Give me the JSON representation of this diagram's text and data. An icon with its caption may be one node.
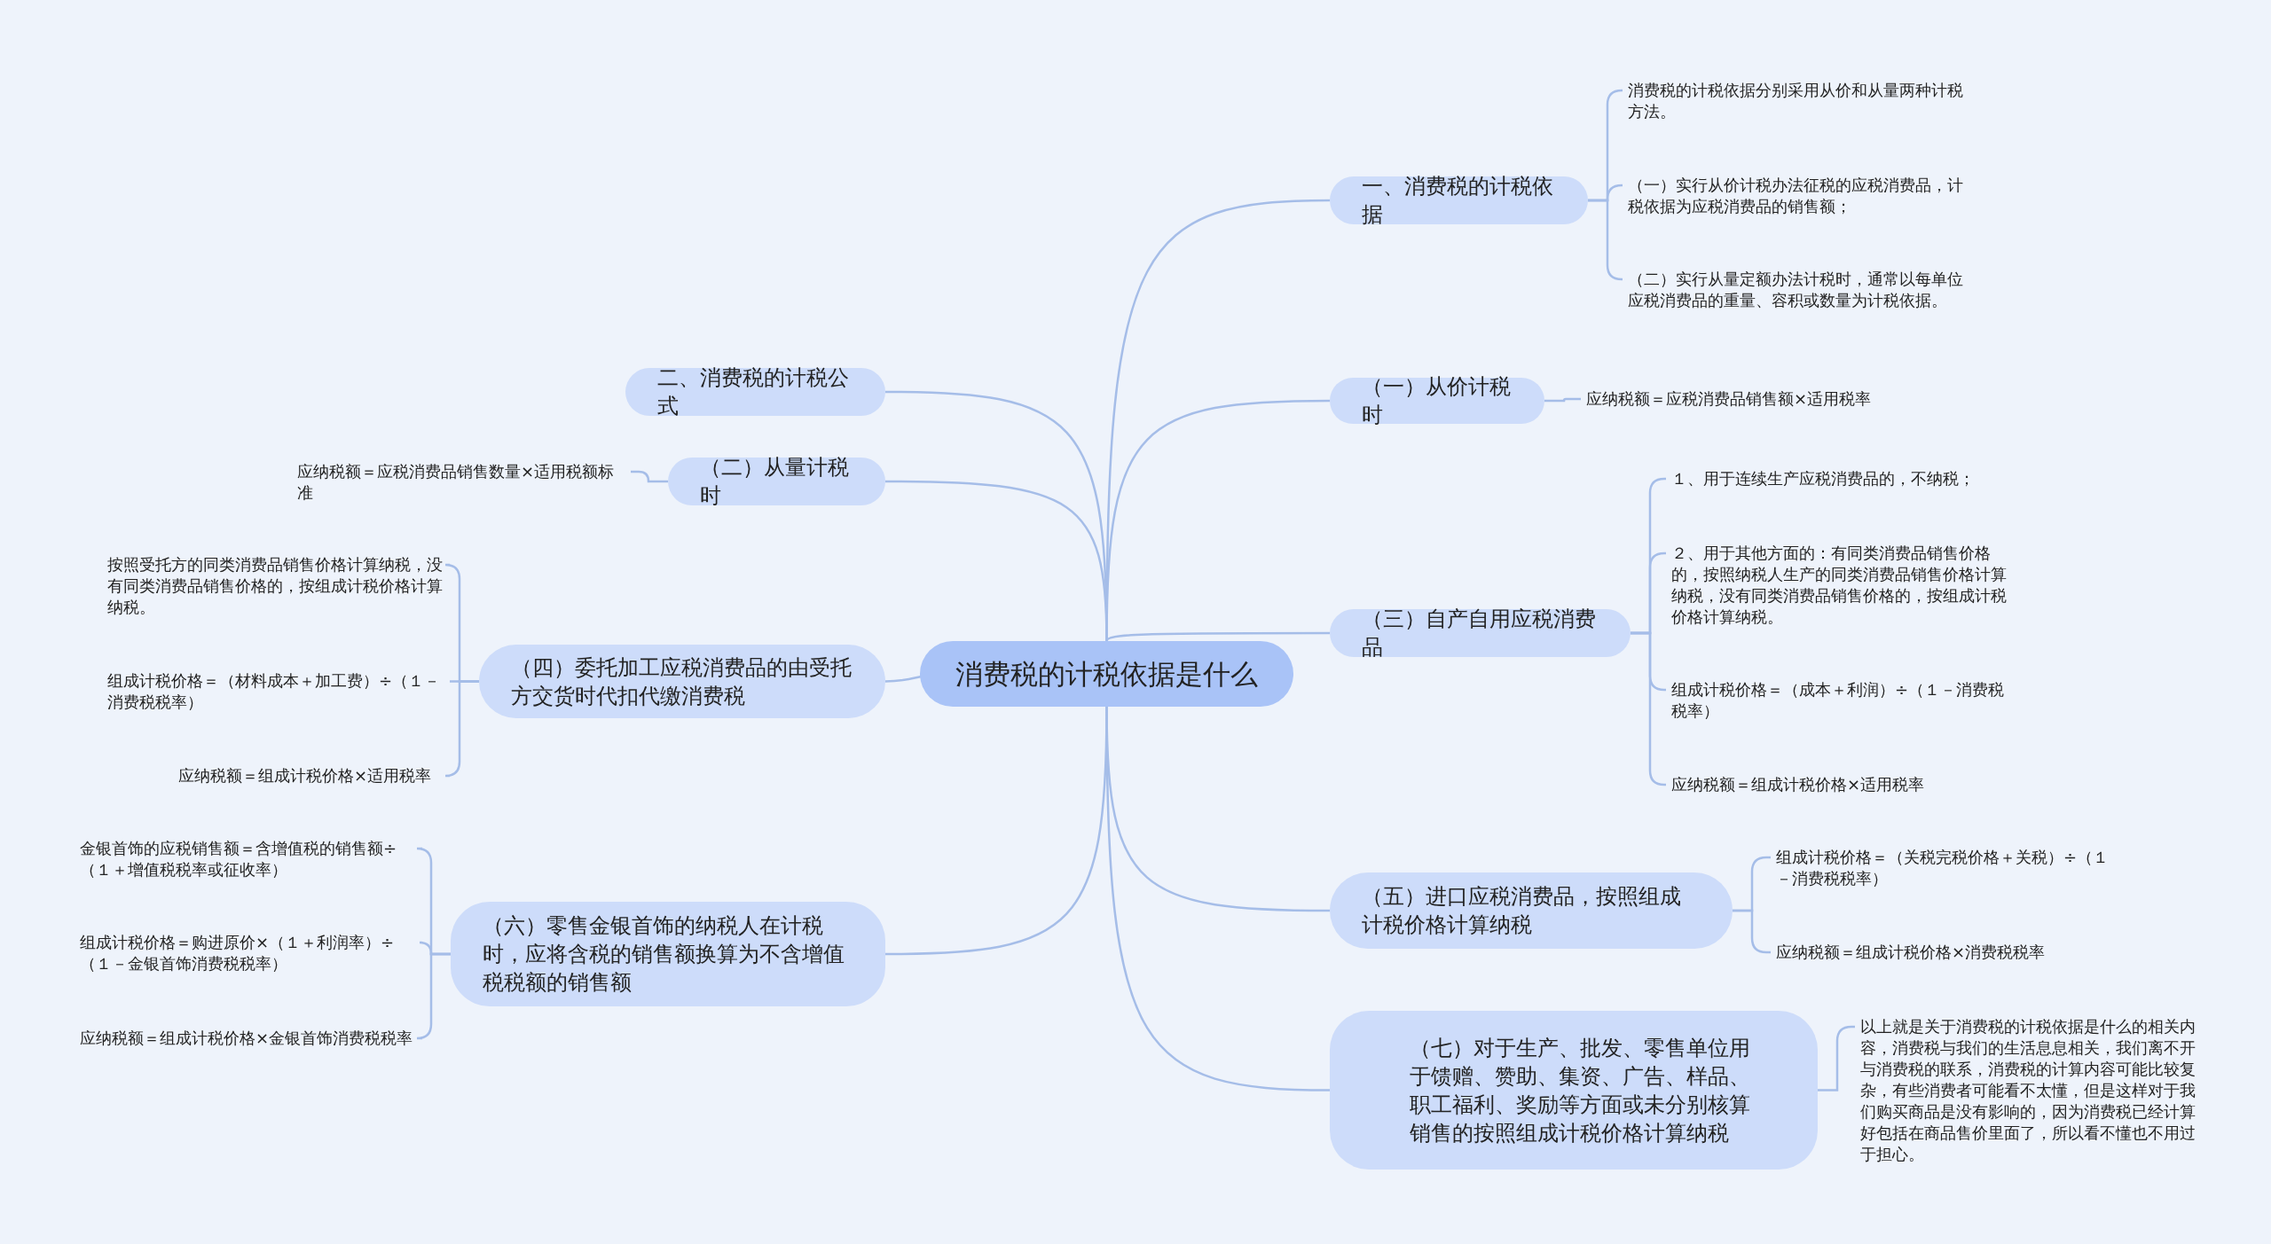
{
  "diagram": {
    "nodes": [
      {
        "text": [
          "消费税的计税依据是什么"
        ]
      },
      {
        "text": [
          "一、消费税的计税依据"
        ]
      },
      {
        "text": [
          "消费税的计税依据分别采用从价和从量两种计税方法。"
        ]
      },
      {
        "text": [
          "（一）实行从价计税办法征税的应税消费品，计税依据为应税消费品的销售额；"
        ]
      },
      {
        "text": [
          "（二）实行从量定额办法计税时，通常以每单位应税消费品的重量、容积或数量为计税依据。"
        ]
      },
      {
        "text": [
          "（一）从价计税时"
        ]
      },
      {
        "text": [
          "应纳税额＝应税消费品销售额×适用税率"
        ]
      },
      {
        "text": [
          "（三）自产自用应税消费品"
        ]
      },
      {
        "text": [
          "１、用于连续生产应税消费品的，不纳税；"
        ]
      },
      {
        "text": [
          "２、用于其他方面的：有同类消费品销售价格的，按照纳税人生产的同类消费品销售价格计算纳税，没有同类消费品销售价格的，按组成计税价格计算纳税。"
        ]
      },
      {
        "text": [
          "组成计税价格＝（成本＋利润）÷（１－消费税税率）"
        ]
      },
      {
        "text": [
          "应纳税额＝组成计税价格×适用税率"
        ]
      },
      {
        "text": [
          "（五）进口应税消费品，按照组成计税价格计算纳税"
        ]
      },
      {
        "text": [
          "组成计税价格＝（关税完税价格＋关税）÷（１－消费税税率）"
        ]
      },
      {
        "text": [
          "应纳税额＝组成计税价格×消费税税率"
        ]
      },
      {
        "text": [
          "（七）对于生产、批发、零售单位用于馈赠、赞助、集资、广告、样品、职工福利、奖励等方面或未分别核算销售的按照组成计税价格计算纳税"
        ]
      },
      {
        "text": [
          "以上就是关于消费税的计税依据是什么的相关内容，消费税与我们的生活息息相关，我们离不开与消费税的联系，消费税的计算内容可能比较复杂，有些消费者可能看不太懂，但是这样对于我们购买商品是没有影响的，因为消费税已经计算好包括在商品售价里面了，所以看不懂也不用过于担心。"
        ]
      },
      {
        "text": [
          "二、消费税的计税公式"
        ]
      },
      {
        "text": [
          "（二）从量计税时"
        ]
      },
      {
        "text": [
          "应纳税额＝应税消费品销售数量×适用税额标准"
        ]
      },
      {
        "text": [
          "（四）委托加工应税消费品的由受托方交货时代扣代缴消费税"
        ]
      },
      {
        "text": [
          "按照受托方的同类消费品销售价格计算纳税，没有同类消费品销售价格的，按组成计税价格计算纳税。"
        ]
      },
      {
        "text": [
          "组成计税价格＝（材料成本＋加工费）÷（１－消费税税率）"
        ]
      },
      {
        "text": [
          "应纳税额＝组成计税价格×适用税率"
        ]
      },
      {
        "text": [
          "（六）零售金银首饰的纳税人在计税时，应将含税的销售额换算为不含增值税税额的销售额"
        ]
      },
      {
        "text": [
          "金银首饰的应税销售额＝含增值税的销售额÷（１＋增值税税率或征收率）"
        ]
      },
      {
        "text": [
          "组成计税价格＝购进原价×（１＋利润率）÷（１－金银首饰消费税税率）"
        ]
      },
      {
        "text": [
          "应纳税额＝组成计税价格×金银首饰消费税税率"
        ]
      }
    ],
    "edges": [
      {
        "from": 0,
        "to": 1,
        "arrow": "none"
      },
      {
        "from": 1,
        "to": 2,
        "arrow": "none"
      },
      {
        "from": 1,
        "to": 3,
        "arrow": "none"
      },
      {
        "from": 1,
        "to": 4,
        "arrow": "none"
      },
      {
        "from": 0,
        "to": 5,
        "arrow": "none"
      },
      {
        "from": 5,
        "to": 6,
        "arrow": "none"
      },
      {
        "from": 0,
        "to": 7,
        "arrow": "none"
      },
      {
        "from": 7,
        "to": 8,
        "arrow": "none"
      },
      {
        "from": 7,
        "to": 9,
        "arrow": "none"
      },
      {
        "from": 7,
        "to": 10,
        "arrow": "none"
      },
      {
        "from": 7,
        "to": 11,
        "arrow": "none"
      },
      {
        "from": 0,
        "to": 12,
        "arrow": "none"
      },
      {
        "from": 12,
        "to": 13,
        "arrow": "none"
      },
      {
        "from": 12,
        "to": 14,
        "arrow": "none"
      },
      {
        "from": 0,
        "to": 15,
        "arrow": "none"
      },
      {
        "from": 15,
        "to": 16,
        "arrow": "none"
      },
      {
        "from": 0,
        "to": 17,
        "arrow": "none"
      },
      {
        "from": 0,
        "to": 18,
        "arrow": "none"
      },
      {
        "from": 18,
        "to": 19,
        "arrow": "none"
      },
      {
        "from": 0,
        "to": 20,
        "arrow": "none"
      },
      {
        "from": 20,
        "to": 21,
        "arrow": "none"
      },
      {
        "from": 20,
        "to": 22,
        "arrow": "none"
      },
      {
        "from": 20,
        "to": 23,
        "arrow": "none"
      },
      {
        "from": 0,
        "to": 24,
        "arrow": "none"
      },
      {
        "from": 24,
        "to": 25,
        "arrow": "none"
      },
      {
        "from": 24,
        "to": 26,
        "arrow": "none"
      },
      {
        "from": 24,
        "to": 27,
        "arrow": "none"
      }
    ]
  }
}
